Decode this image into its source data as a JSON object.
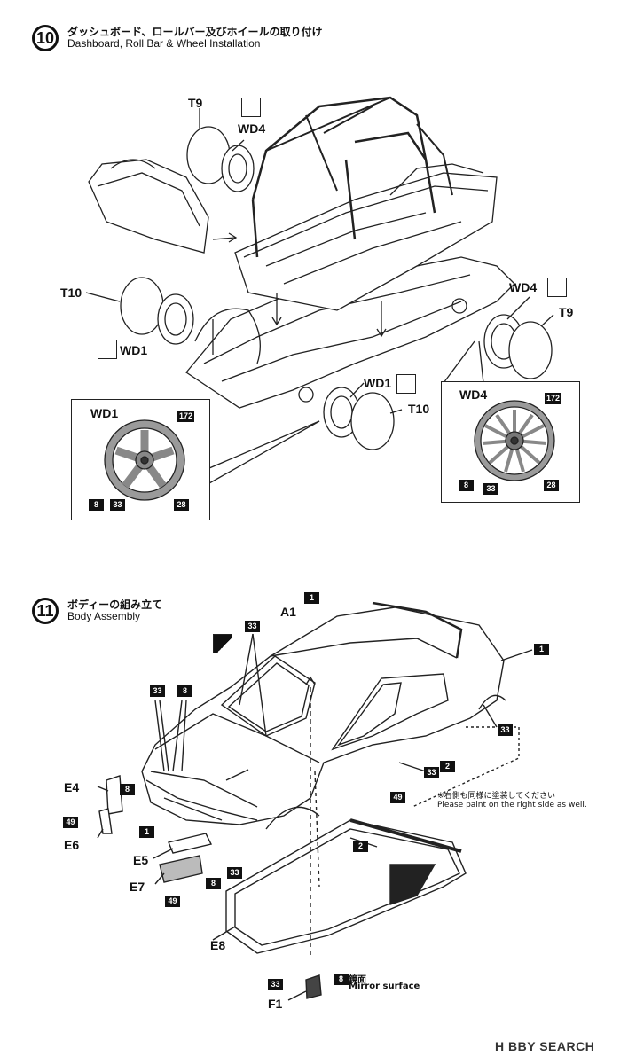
{
  "step10": {
    "number": "10",
    "title_jp": "ダッシュボード、ロールバー及びホイールの取り付け",
    "title_en": "Dashboard, Roll Bar & Wheel Installation",
    "labels": {
      "t9_top": "T9",
      "wd4_top": "WD4",
      "t10_left": "T10",
      "wd1_left": "WD1",
      "wd4_right": "WD4",
      "t9_right": "T9",
      "wd1_bottom": "WD1",
      "t10_bottom": "T10",
      "inset_left_title": "WD1",
      "inset_right_title": "WD4"
    },
    "inset_left_badges": {
      "color_a": "172",
      "color_b": "8",
      "color_c": "33",
      "color_d": "28"
    },
    "inset_right_badges": {
      "color_a": "172",
      "color_b": "8",
      "color_c": "33",
      "color_d": "28"
    }
  },
  "step11": {
    "number": "11",
    "title_jp": "ボディーの組み立て",
    "title_en": "Body Assembly",
    "labels": {
      "a1": "A1",
      "e4": "E4",
      "e6": "E6",
      "e5": "E5",
      "e7": "E7",
      "e8": "E8",
      "f1": "F1"
    },
    "badges": {
      "roof": "1",
      "rear": "1",
      "front_pillar": "33",
      "front_33": "33",
      "front_8": "8",
      "e4_8": "8",
      "e6_49": "49",
      "bumper_1": "1",
      "rear_33": "33",
      "door_33": "33",
      "door_2": "2",
      "side_49": "49",
      "light_33": "33",
      "e5_8": "8",
      "e7_49": "49",
      "glass_2": "2",
      "f1_33": "33",
      "f1_8": "8"
    },
    "note_jp": "※右側も同様に塗装してください",
    "note_en": "Please paint on the right side as well.",
    "mirror_jp": "鏡面",
    "mirror_en": "Mirror surface"
  },
  "watermark": "H BBY SEARCH"
}
